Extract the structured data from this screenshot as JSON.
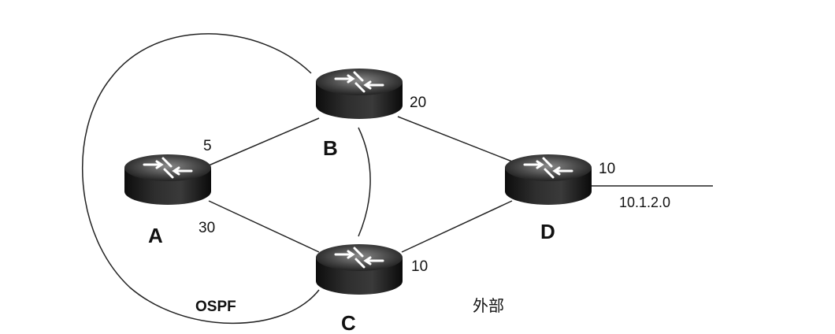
{
  "routers": [
    {
      "id": "A",
      "label": "A"
    },
    {
      "id": "B",
      "label": "B"
    },
    {
      "id": "C",
      "label": "C"
    },
    {
      "id": "D",
      "label": "D"
    }
  ],
  "metrics": {
    "a_to_b": "5",
    "a_to_c": "30",
    "b_to_d": "20",
    "c_to_d": "10",
    "d_to_net": "10"
  },
  "areas": {
    "ospf": "OSPF",
    "external": "外部"
  },
  "network": {
    "prefix": "10.1.2.0"
  }
}
